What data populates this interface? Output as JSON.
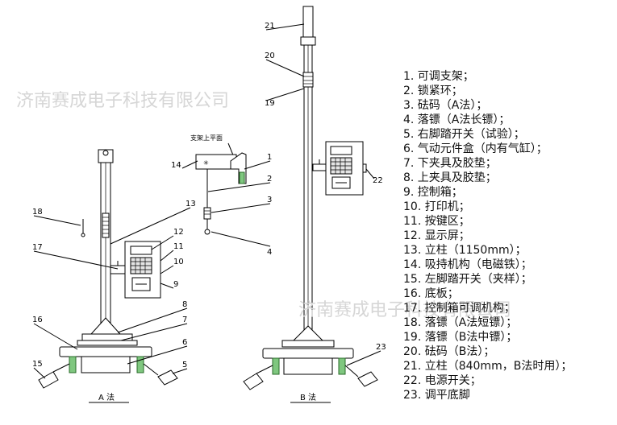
{
  "watermark": "济南赛成电子科技有限公司",
  "captions": {
    "method_a": "A 法",
    "method_b": "B 法",
    "bracket_top": "支架上平面"
  },
  "callouts": [
    "1",
    "2",
    "3",
    "4",
    "5",
    "6",
    "7",
    "8",
    "9",
    "10",
    "11",
    "12",
    "13",
    "14",
    "15",
    "16",
    "17",
    "18",
    "19",
    "20",
    "21",
    "22",
    "23"
  ],
  "legend": [
    "1. 可调支架；",
    "2. 锁紧环；",
    "3. 砝码（A法）；",
    "4. 落镖（A法长镖）；",
    "5. 右脚踏开关（试验）；",
    "6. 气动元件盒（内有气缸）；",
    "7. 下夹具及胶垫；",
    "8. 上夹具及胶垫；",
    "9. 控制箱；",
    "10. 打印机；",
    "11. 按键区；",
    "12. 显示屏；",
    "13. 立柱（1150mm）；",
    "14. 吸持机构（电磁铁）；",
    "15. 左脚踏开关（夹样）；",
    "16. 底板；",
    "17. 控制箱可调机构；",
    "18. 落镖（A法短镖）；",
    "19. 落镖（B法中镖）；",
    "20. 砝码（B法）；",
    "21. 立柱（840mm，B法时用）；",
    "22. 电源开关；",
    "23. 调平底脚"
  ]
}
